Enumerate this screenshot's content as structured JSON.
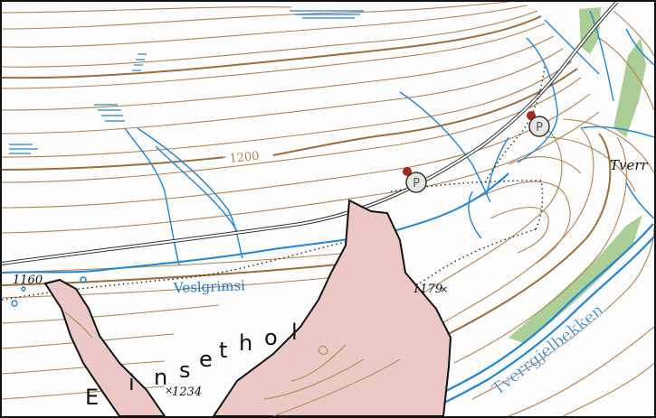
{
  "colors": {
    "contour": "#b0834f",
    "contour_index": "#9c6d3a",
    "water": "#1d86d6",
    "vegetation": "#a7cc91",
    "restricted_fill": "#ecc9c6",
    "restricted_stroke": "#111111",
    "road": "#333333",
    "trail": "#222222",
    "marker_dot": "#a8261e",
    "label_blue": "#1d78c8"
  },
  "labels": {
    "contour_1200": "1200",
    "river_vesl": "Veslgrimsi",
    "spot_1179": "1179",
    "spot_1160": "1160",
    "spot_1234": "1234",
    "area_letters": [
      "E",
      "i",
      "n",
      "s",
      "e",
      "t",
      "h",
      "o",
      "l"
    ],
    "place_tverr": "Tverr",
    "river_tverr": "Tverrgjelbekken"
  },
  "markers": [
    {
      "name": "parking-marker-1",
      "symbol": "P",
      "icon": "parking-icon"
    },
    {
      "name": "parking-marker-2",
      "symbol": "P",
      "icon": "parking-icon"
    }
  ]
}
